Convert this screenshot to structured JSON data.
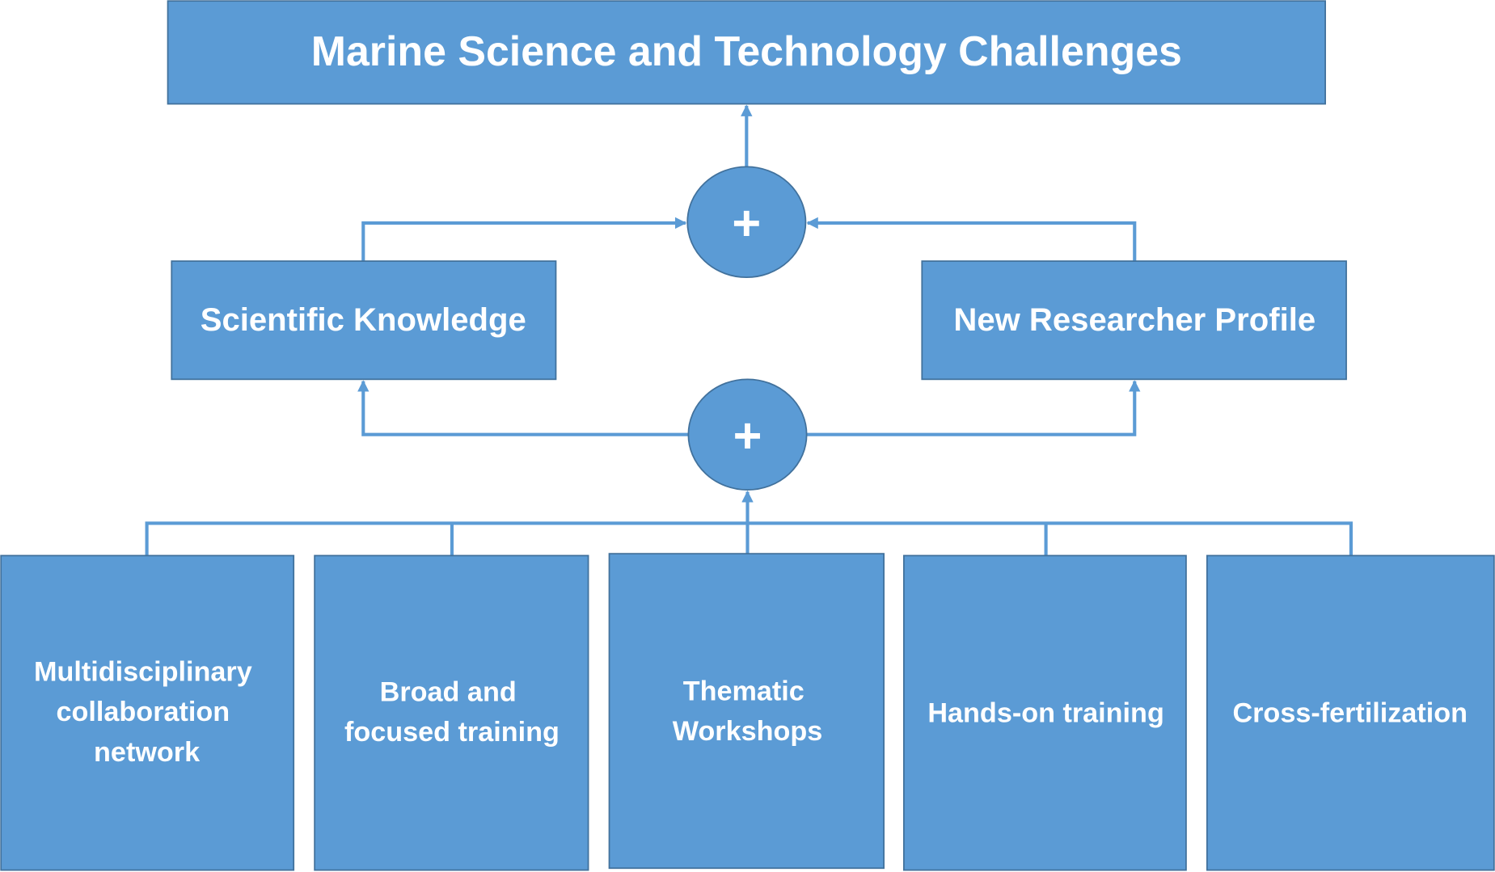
{
  "title": "Marine Science and Technology Challenges",
  "combine_symbol": "+",
  "middle": {
    "left": "Scientific Knowledge",
    "right": "New Researcher Profile"
  },
  "bottom": [
    {
      "lines": [
        "Multidisciplinary",
        "collaboration",
        "network"
      ]
    },
    {
      "lines": [
        "Broad and",
        "focused training"
      ]
    },
    {
      "lines": [
        "Thematic",
        "Workshops"
      ]
    },
    {
      "lines": [
        "Hands-on training"
      ]
    },
    {
      "lines": [
        "Cross-fertilization"
      ]
    }
  ],
  "colors": {
    "fill": "#5B9BD5",
    "stroke": "#41719C",
    "connector": "#5B9BD5"
  }
}
